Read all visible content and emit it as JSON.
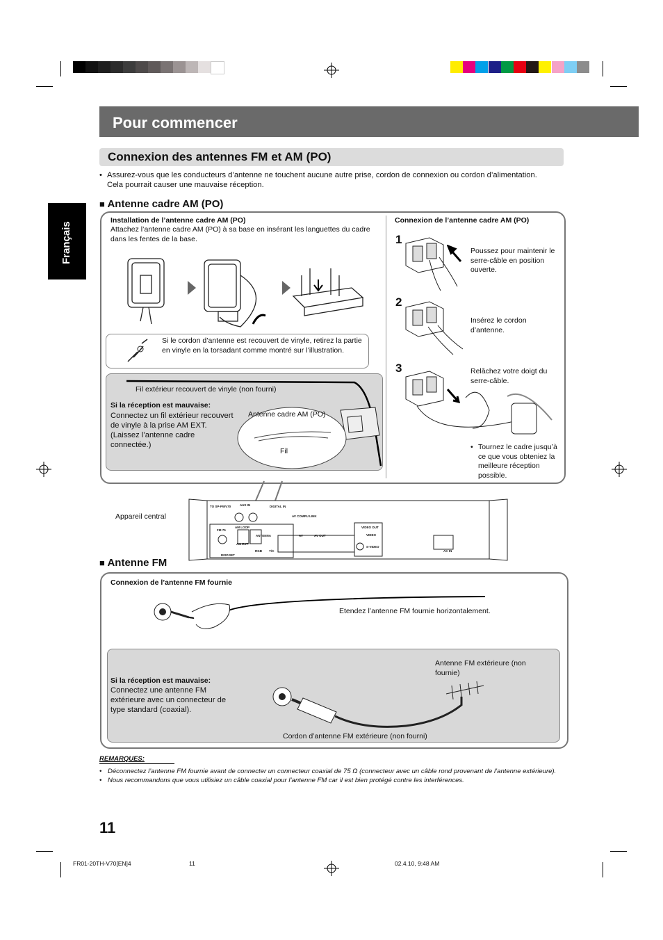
{
  "page": {
    "section_title": "Pour commencer",
    "subsection_title": "Connexion des antennes FM et AM (PO)",
    "side_tab": "Français",
    "intro_bullet": "Assurez-vous que les conducteurs d’antenne ne touchent aucune autre prise, cordon de connexion ou cordon d’alimentation. Cela pourrait causer une mauvaise réception.",
    "page_number": "11"
  },
  "am": {
    "heading": "Antenne cadre AM (PO)",
    "install_title": "Installation de l’antenne cadre AM (PO)",
    "install_text": "Attachez l’antenne cadre AM (PO) à sa base en insérant les languettes du cadre dans les fentes de la base.",
    "vinyl_note": "Si le cordon d’antenne est recouvert de vinyle, retirez la partie en vinyle en la torsadant comme montré sur l’illustration.",
    "outdoor_wire_label": "Fil extérieur recouvert de vinyle (non fourni)",
    "bad_reception_title": "Si la réception est mauvaise:",
    "bad_reception_text": "Connectez un fil extérieur recouvert de vinyle à la prise AM EXT. (Laissez l’antenne cadre connectée.)",
    "callout_antenna": "Antenne cadre AM (PO)",
    "callout_wire": "Fil",
    "connect_title": "Connexion de l’antenne cadre AM (PO)",
    "steps": [
      {
        "num": "1",
        "text": "Poussez pour maintenir le serre-câble en position ouverte."
      },
      {
        "num": "2",
        "text": "Insérez le cordon d’antenne."
      },
      {
        "num": "3",
        "text": "Relâchez votre doigt du serre-câble."
      }
    ],
    "rotate_note": "Tournez le cadre jusqu’à ce que vous obteniez la meilleure réception possible."
  },
  "unit": {
    "label": "Appareil central",
    "labels": [
      "TO SP-PWV70",
      "AUX IN",
      "DIGITAL IN",
      "AV COMPU LINK",
      "FM 75",
      "AM LOOP",
      "AM EXT",
      "ANTENNA",
      "AV",
      "AV OUT",
      "VIDEO OUT",
      "VIDEO",
      "S-VIDEO",
      "AC IN",
      "DISP.SET",
      "RGB",
      "Y/C"
    ]
  },
  "fm": {
    "heading": "Antenne FM",
    "connect_title": "Connexion de l’antenne FM fournie",
    "extend_text": "Etendez l’antenne FM fournie horizontalement.",
    "bad_reception_title": "Si la réception est mauvaise:",
    "bad_reception_text": "Connectez une antenne FM extérieure avec un connecteur de type standard (coaxial).",
    "outdoor_antenna": "Antenne FM extérieure (non fournie)",
    "cable_label": "Cordon d’antenne FM extérieure (non fourni)"
  },
  "remarks": {
    "title": "REMARQUES:",
    "items": [
      "Déconnectez l’antenne FM fournie avant de connecter un connecteur coaxial de 75 Ω (connecteur avec un câble rond provenant de l’antenne extérieure).",
      "Nous recommandons que vous utilisiez un câble coaxial pour l’antenne FM car il est bien protégé contre les interférences."
    ]
  },
  "footer": {
    "left": "FR01-20TH-V70[EN]4",
    "middle": "11",
    "right": "02.4.10, 9:48 AM"
  },
  "colors": {
    "left_swatches": [
      "#000000",
      "#111111",
      "#1e1e1e",
      "#2b2b2b",
      "#3c3c3c",
      "#4e4a4a",
      "#605a5a",
      "#7a7373",
      "#9b9393",
      "#bdb6b6",
      "#e5e0e0",
      "#ffffff"
    ],
    "right_swatches": [
      "#ffec00",
      "#e6007e",
      "#00a0e9",
      "#1d2088",
      "#009944",
      "#e60012",
      "#231815",
      "#fff100",
      "#f5a3c7",
      "#7ecef4",
      "#8c8c8c"
    ],
    "section_bar": "#6a6a6a",
    "gray_box": "#d8d8d8"
  }
}
